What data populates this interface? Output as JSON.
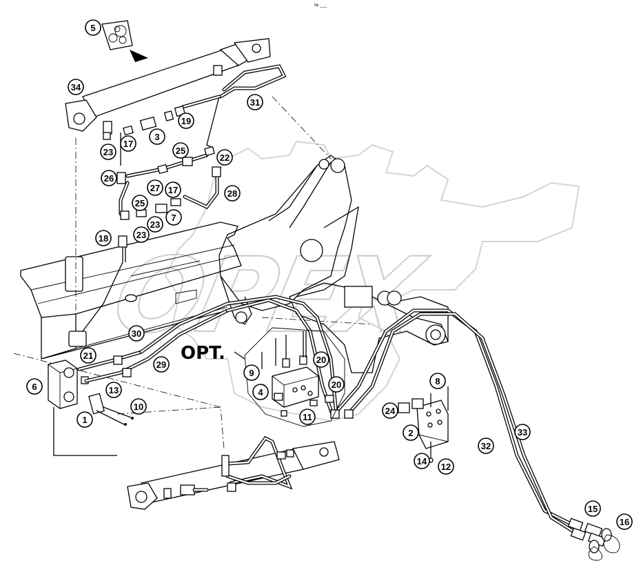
{
  "page_id": "№ ___",
  "watermark": "OPEX",
  "option_label": "OPT.",
  "callouts": [
    "5",
    "34",
    "31",
    "19",
    "3",
    "17",
    "23",
    "25",
    "22",
    "26",
    "27",
    "17",
    "28",
    "25",
    "23",
    "7",
    "18",
    "23",
    "30",
    "29",
    "21",
    "6",
    "13",
    "10",
    "1",
    "20",
    "9",
    "4",
    "20",
    "11",
    "8",
    "24",
    "2",
    "14",
    "12",
    "32",
    "33",
    "15",
    "16"
  ]
}
